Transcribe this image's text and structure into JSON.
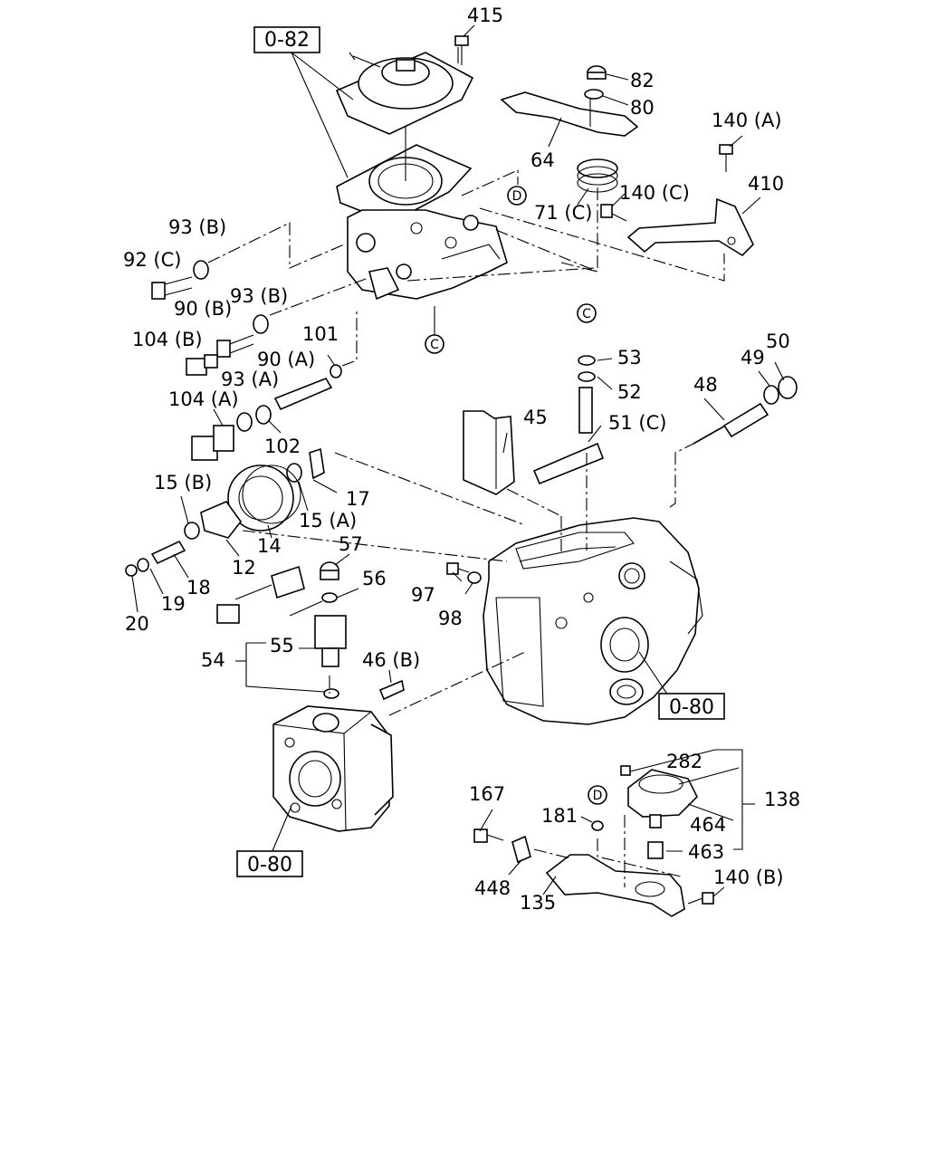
{
  "refs": {
    "r082": "0-82",
    "r080a": "0-80",
    "r080b": "0-80"
  },
  "circles": {
    "c1": "C",
    "c2": "C",
    "d1": "D",
    "d2": "D"
  },
  "labels": {
    "l415": "415",
    "l82": "82",
    "l80": "80",
    "l64": "64",
    "l71c": "71 (C)",
    "l140a": "140 (A)",
    "l140c": "140 (C)",
    "l410": "410",
    "l93b1": "93 (B)",
    "l92c": "92 (C)",
    "l90b": "90 (B)",
    "l93b2": "93 (B)",
    "l104b": "104 (B)",
    "l101": "101",
    "l90a": "90 (A)",
    "l93a": "93 (A)",
    "l104a": "104 (A)",
    "l102": "102",
    "l53": "53",
    "l52": "52",
    "l48": "48",
    "l49": "49",
    "l50": "50",
    "l45": "45",
    "l51c": "51 (C)",
    "l15b": "15 (B)",
    "l17": "17",
    "l15a": "15 (A)",
    "l14": "14",
    "l12": "12",
    "l18": "18",
    "l19": "19",
    "l20": "20",
    "l57": "57",
    "l56": "56",
    "l55": "55",
    "l54": "54",
    "l46b": "46 (B)",
    "l97": "97",
    "l98": "98",
    "l282": "282",
    "l138": "138",
    "l167": "167",
    "l181": "181",
    "l464": "464",
    "l463": "463",
    "l448": "448",
    "l135": "135",
    "l140b": "140 (B)"
  }
}
